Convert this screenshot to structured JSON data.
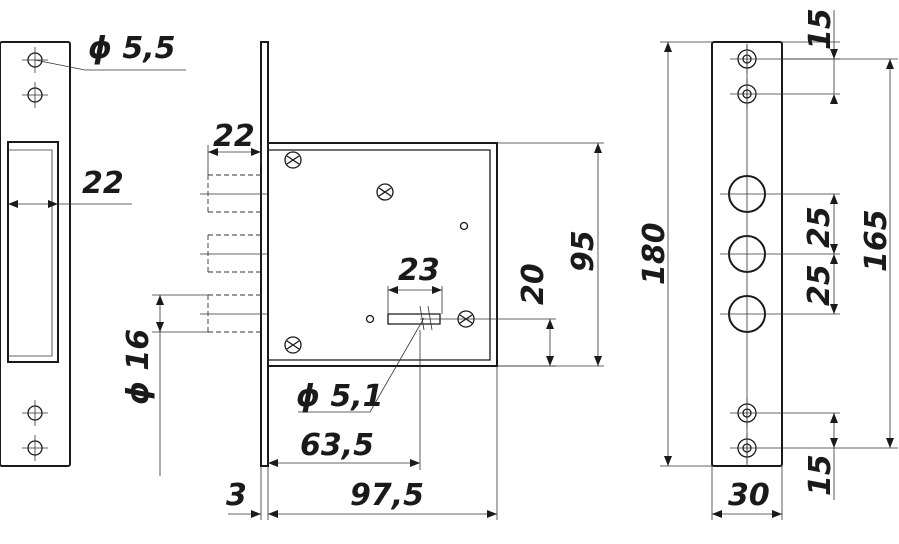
{
  "dimensions": {
    "hole_diameter": "ϕ 5,5",
    "strike_recess_width": "22",
    "bolt_spacing": "22",
    "bolt_diameter": "ϕ 16",
    "keyhole_diameter": "ϕ 5,1",
    "backset": "63,5",
    "faceplate_thickness": "3",
    "case_depth": "97,5",
    "key_hole_width": "23",
    "key_center_height": "20",
    "case_height": "95",
    "faceplate_length": "180",
    "faceplate_width": "30",
    "top_hole_offset": "15",
    "bottom_hole_offset": "15",
    "bolt_pitch_1": "25",
    "bolt_pitch_2": "25",
    "screw_span": "165"
  }
}
